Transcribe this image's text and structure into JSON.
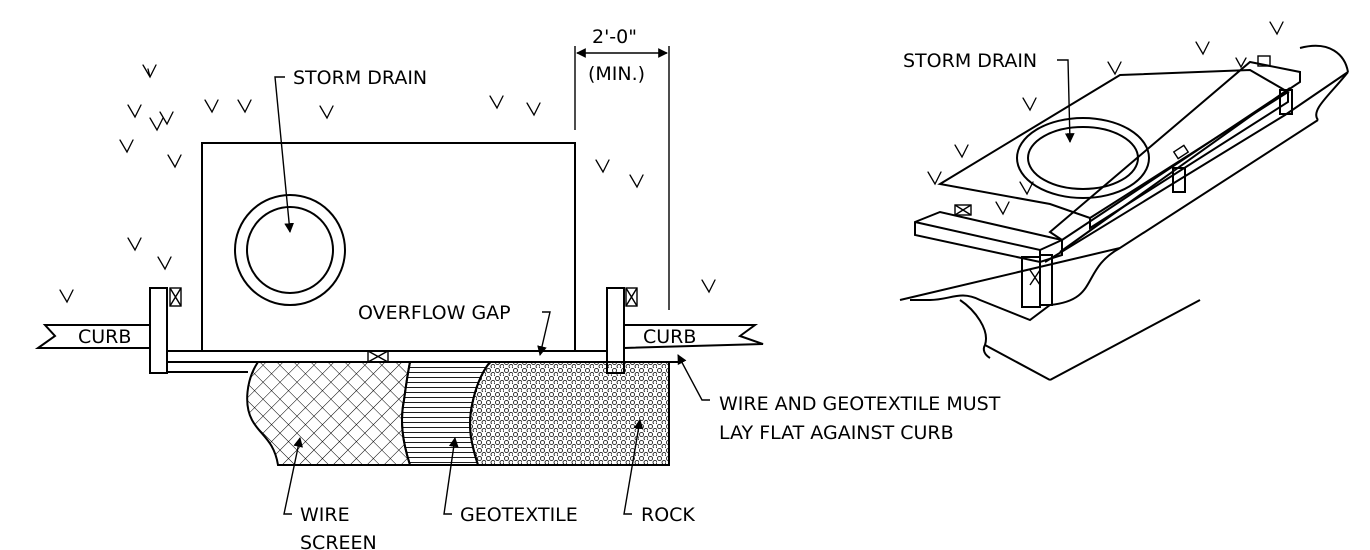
{
  "labels": {
    "storm_drain_left": "STORM DRAIN",
    "dimension_value": "2'-0\"",
    "dimension_note": "(MIN.)",
    "curb_left": "CURB",
    "curb_right": "CURB",
    "overflow_gap": "OVERFLOW GAP",
    "wire_note_line1": "WIRE AND GEOTEXTILE MUST",
    "wire_note_line2": "LAY FLAT AGAINST CURB",
    "wire_screen_line1": "WIRE",
    "wire_screen_line2": "SCREEN",
    "geotextile": "GEOTEXTILE",
    "rock": "ROCK",
    "storm_drain_right": "STORM DRAIN"
  },
  "icons": [
    "grass-tuft-icon",
    "board-end-cross-icon",
    "leader-arrow-icon"
  ],
  "colors": {
    "line": "#000000",
    "background": "#ffffff"
  }
}
